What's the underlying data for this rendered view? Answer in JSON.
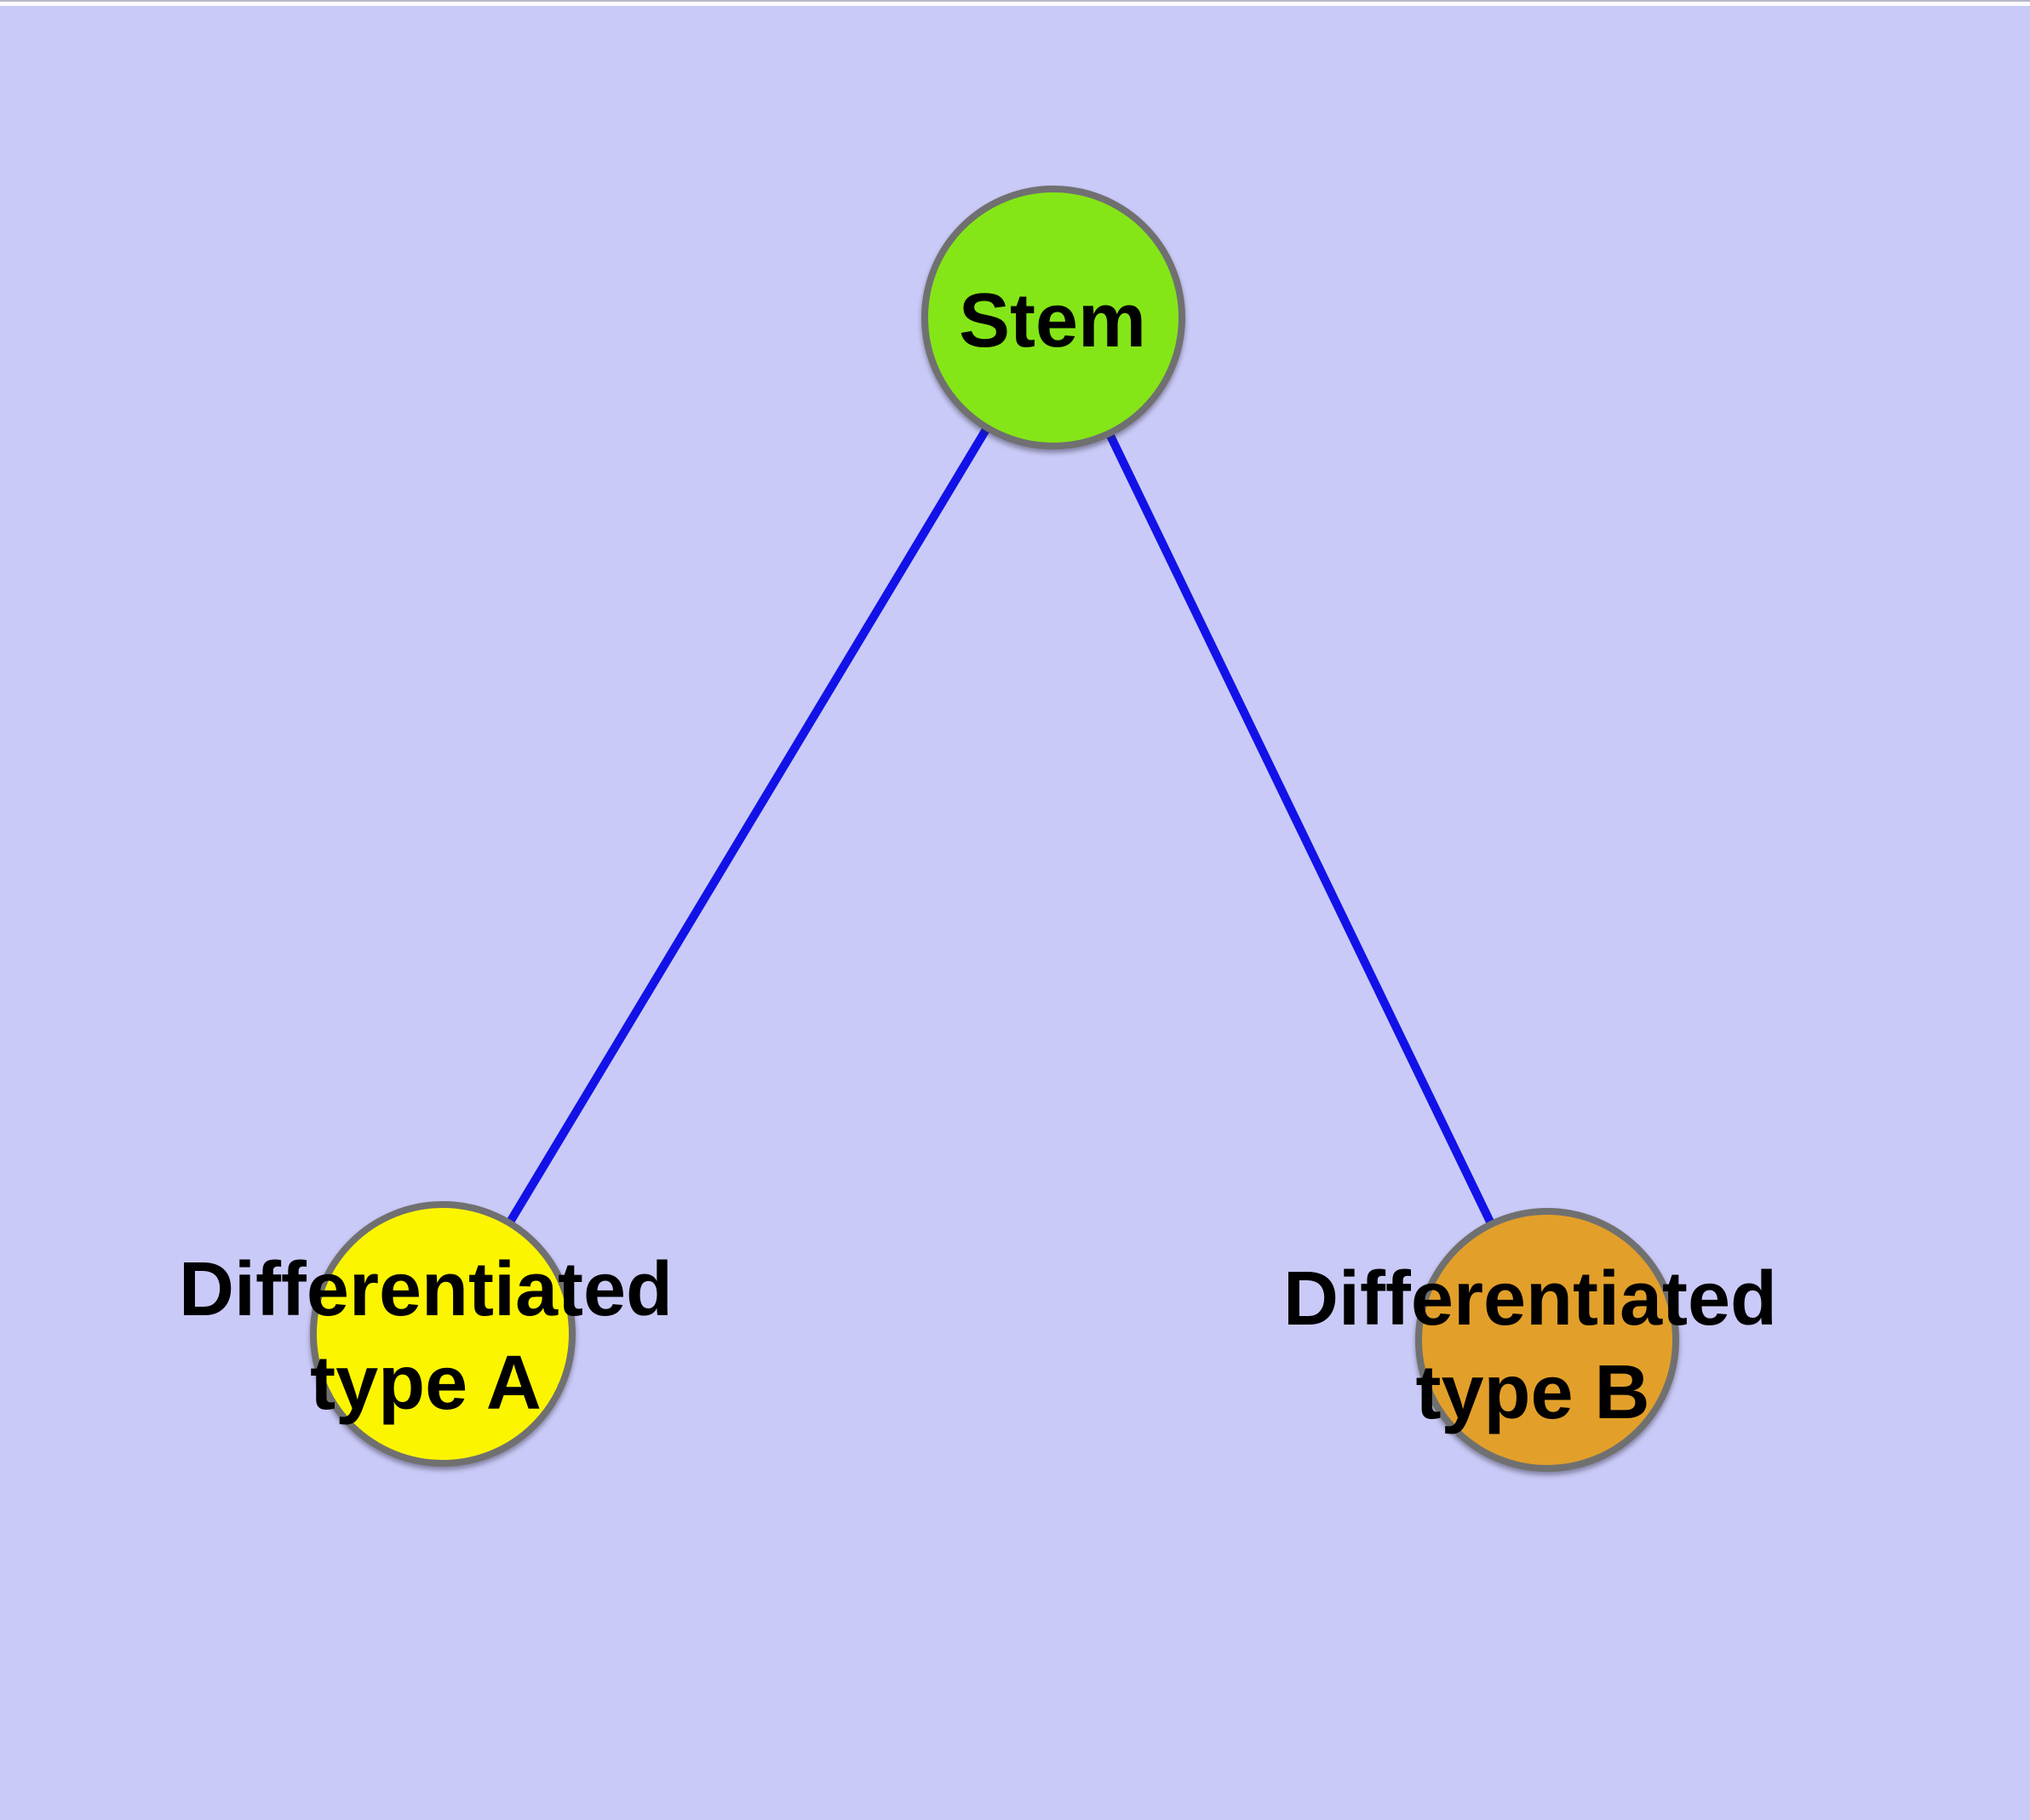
{
  "diagram": {
    "background_color": "#CACAF8",
    "frame_top_color": "#FBFBFF",
    "frame_line_color": "#B8B8C8",
    "edge_color": "#1212E8",
    "node_border_color": "#707070",
    "nodes": [
      {
        "id": "stem",
        "label_lines": [
          "Stem"
        ],
        "fill": "#84E617"
      },
      {
        "id": "differentiated-type-a",
        "label_lines": [
          "Differentiated",
          "type A"
        ],
        "fill": "#FCF500"
      },
      {
        "id": "differentiated-type-b",
        "label_lines": [
          "Differentiated",
          "type B"
        ],
        "fill": "#E2A02A"
      }
    ],
    "edges": [
      {
        "from": "stem",
        "to": "differentiated-type-a"
      },
      {
        "from": "stem",
        "to": "differentiated-type-b"
      }
    ]
  }
}
